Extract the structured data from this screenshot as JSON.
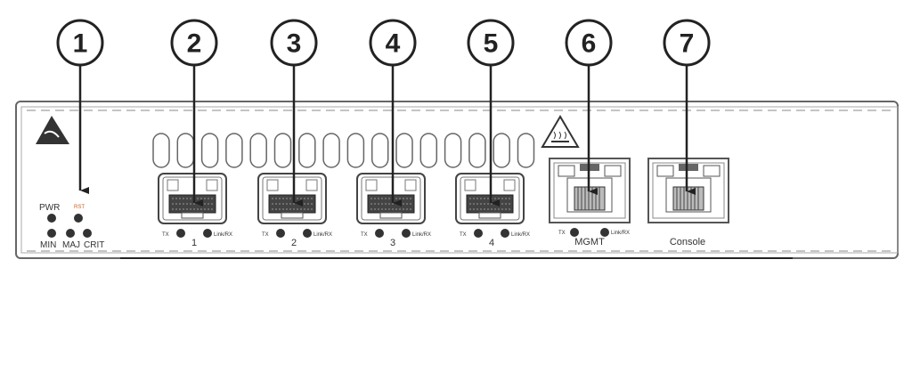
{
  "callouts": [
    "1",
    "2",
    "3",
    "4",
    "5",
    "6",
    "7"
  ],
  "leds": {
    "pwr": "PWR",
    "rst": "RST",
    "min": "MIN",
    "maj": "MAJ",
    "crit": "CRIT"
  },
  "port_led_labels": {
    "tx": "TX",
    "link": "Link/RX"
  },
  "ports": [
    "1",
    "2",
    "3",
    "4"
  ],
  "mgmt_label": "MGMT",
  "console_label": "Console",
  "colors": {
    "line": "#222222",
    "chassis": "#555555",
    "rst": "#c0602a"
  }
}
